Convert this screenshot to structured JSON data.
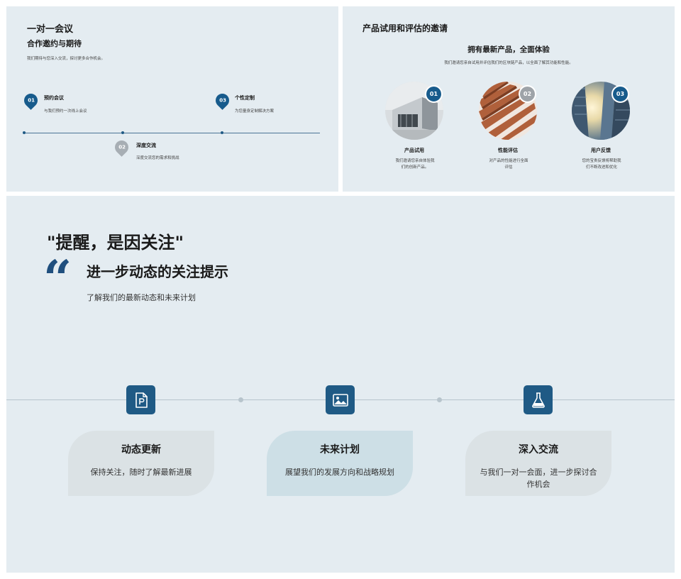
{
  "slide_a": {
    "title": "一对一会议",
    "subtitle": "合作邀约与期待",
    "description": "我们期待与您深入交流，探讨更多合作机会。",
    "steps": [
      {
        "number": "01",
        "title": "预约会议",
        "desc": "与我们预约一次线上会议"
      },
      {
        "number": "02",
        "title": "深度交流",
        "desc": "深度交流您的需求和挑战"
      },
      {
        "number": "03",
        "title": "个性定制",
        "desc": "为您量身定制解决方案"
      }
    ]
  },
  "slide_b": {
    "title": "产品试用和评估的邀请",
    "heading": "拥有最新产品，全面体验",
    "description": "我们邀请您亲自试用并评估我们的区块链产品，以全面了解其功能和性能。",
    "items": [
      {
        "number": "01",
        "title": "产品试用",
        "desc": "我们邀请您亲自体验我们的创新产品。"
      },
      {
        "number": "02",
        "title": "性能评估",
        "desc": "对产品的性能进行全面评估"
      },
      {
        "number": "03",
        "title": "用户反馈",
        "desc": "您的宝贵反馈将帮助我们不断改进和优化"
      }
    ]
  },
  "slide_c": {
    "quote_title": "\"提醒，是因关注\"",
    "quote_mark": "“",
    "heading": "进一步动态的关注提示",
    "subheading": "了解我们的最新动态和未来计划",
    "cards": [
      {
        "icon": "document-icon",
        "title": "动态更新",
        "desc": "保持关注，随时了解最新进展"
      },
      {
        "icon": "image-icon",
        "title": "未来计划",
        "desc": "展望我们的发展方向和战略规划"
      },
      {
        "icon": "flask-icon",
        "title": "深入交流",
        "desc": "与我们一对一会面，进一步探讨合作机会"
      }
    ]
  },
  "colors": {
    "accent_blue": "#175b8c",
    "slide_bg": "#e4ecf1",
    "muted_gray": "#a7aeb4"
  }
}
